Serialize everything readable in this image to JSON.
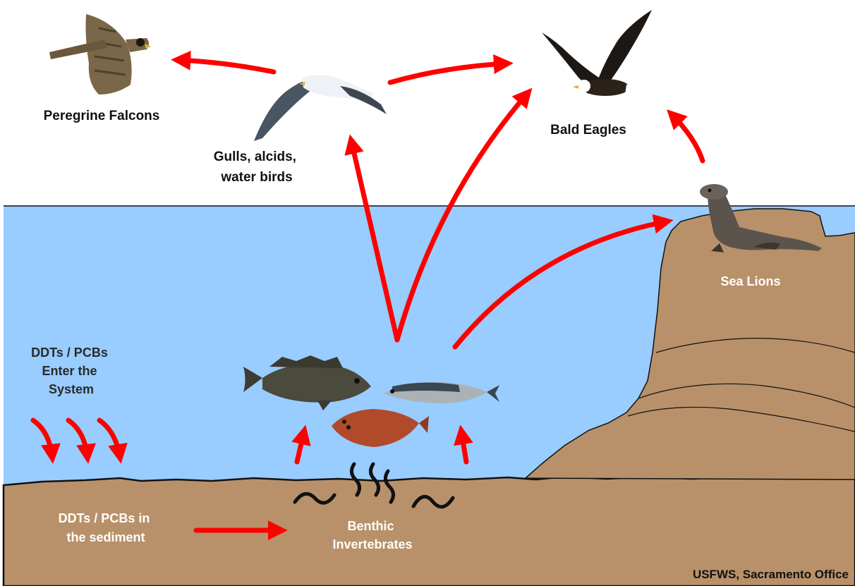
{
  "labels": {
    "peregrine": [
      "Peregrine Falcons"
    ],
    "gulls": [
      "Gulls, alcids,",
      "water birds"
    ],
    "eagles": [
      "Bald Eagles"
    ],
    "sea_lions": [
      "Sea Lions"
    ],
    "enter": [
      "DDTs / PCBs",
      "Enter the",
      "System"
    ],
    "sediment": [
      "DDTs / PCBs in",
      "the sediment"
    ],
    "benthic": [
      "Benthic",
      "Invertebrates"
    ]
  },
  "credit": "USFWS, Sacramento Office",
  "colors": {
    "sky": "#ffffff",
    "water": "#99ccff",
    "sediment": "#b8916a",
    "arrow": "#ff0000",
    "outline": "#111111"
  },
  "icons": [
    "falcon-icon",
    "gull-icon",
    "eagle-icon",
    "sea-lion-icon",
    "rockfish-icon",
    "mackerel-icon",
    "flatfish-icon",
    "worm-icon"
  ]
}
